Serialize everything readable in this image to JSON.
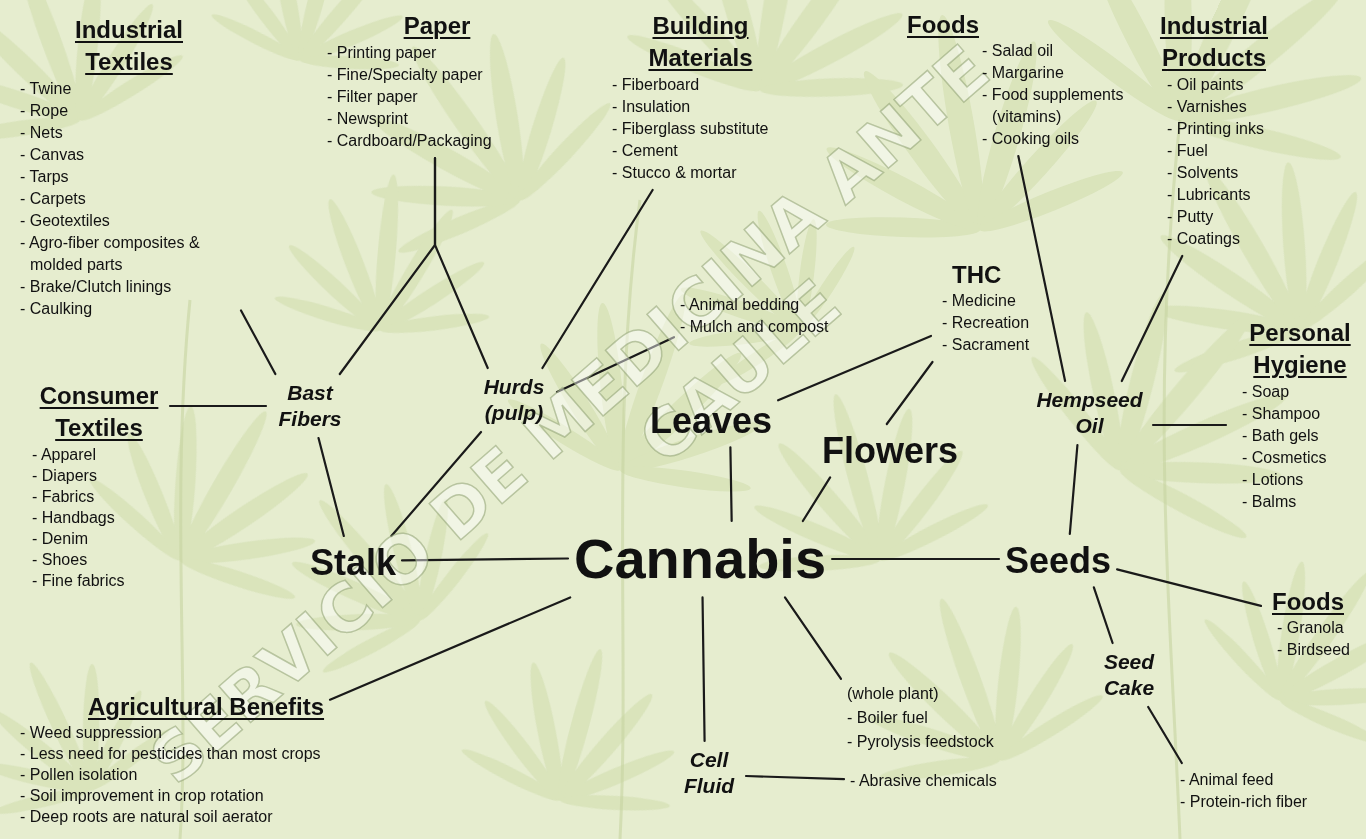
{
  "diagram": {
    "nodes": [
      {
        "text": [
          "Industrial Textiles",
          "- Twine",
          "- Rope",
          "- Nets",
          "- Canvas",
          "- Tarps",
          "- Carpets",
          "- Geotextiles",
          "- Agro-fiber composites & molded parts",
          "- Brake/Clutch linings",
          "- Caulking"
        ]
      },
      {
        "text": [
          "Paper",
          "- Printing paper",
          "- Fine/Specialty paper",
          "- Filter paper",
          "- Newsprint",
          "- Cardboard/Packaging"
        ]
      },
      {
        "text": [
          "Building Materials",
          "- Fiberboard",
          "- Insulation",
          "- Fiberglass substitute",
          "- Cement",
          "- Stucco & mortar"
        ]
      },
      {
        "text": [
          "Foods",
          "- Salad oil",
          "- Margarine",
          "- Food supplements (vitamins)",
          "- Cooking oils"
        ]
      },
      {
        "text": [
          "Industrial Products",
          "- Oil paints",
          "- Varnishes",
          "- Printing inks",
          "- Fuel",
          "- Solvents",
          "- Lubricants",
          "- Putty",
          "- Coatings"
        ]
      },
      {
        "text": [
          "- Animal bedding",
          "- Mulch and compost"
        ]
      },
      {
        "text": [
          "THC",
          "- Medicine",
          "- Recreation",
          "- Sacrament"
        ]
      },
      {
        "text": [
          "Personal Hygiene",
          "- Soap",
          "- Shampoo",
          "- Bath gels",
          "- Cosmetics",
          "- Lotions",
          "- Balms"
        ]
      },
      {
        "text": [
          "Consumer Textiles",
          "- Apparel",
          "- Diapers",
          "- Fabrics",
          "- Handbags",
          "- Denim",
          "- Shoes",
          "- Fine fabrics"
        ]
      },
      {
        "text": [
          "Bast Fibers"
        ]
      },
      {
        "text": [
          "Hurds (pulp)"
        ]
      },
      {
        "text": [
          "Hempseed Oil"
        ]
      },
      {
        "text": [
          "Leaves"
        ]
      },
      {
        "text": [
          "Flowers"
        ]
      },
      {
        "text": [
          "Stalk"
        ]
      },
      {
        "text": [
          "Cannabis"
        ]
      },
      {
        "text": [
          "Seeds"
        ]
      },
      {
        "text": [
          "Foods",
          "- Granola",
          "- Birdseed"
        ]
      },
      {
        "text": [
          "Seed Cake"
        ]
      },
      {
        "text": [
          "(whole plant)",
          "- Boiler fuel",
          "- Pyrolysis feedstock"
        ]
      },
      {
        "text": [
          "Agricultural Benefits",
          "- Weed suppression",
          "- Less need for pesticides than most crops",
          "- Pollen isolation",
          "- Soil improvement in crop rotation",
          "- Deep roots are natural soil aerator"
        ]
      },
      {
        "text": [
          "Cell Fluid"
        ]
      },
      {
        "text": [
          "- Abrasive chemicals"
        ]
      },
      {
        "text": [
          "- Animal feed",
          "- Protein-rich fiber"
        ]
      }
    ],
    "edges": [
      {
        "from": 15,
        "to": 14,
        "arrow": "none"
      },
      {
        "from": 15,
        "to": 12,
        "arrow": "none"
      },
      {
        "from": 15,
        "to": 13,
        "arrow": "none"
      },
      {
        "from": 15,
        "to": 16,
        "arrow": "none"
      },
      {
        "from": 15,
        "to": 20,
        "arrow": "none"
      },
      {
        "from": 15,
        "to": 21,
        "arrow": "none"
      },
      {
        "from": 15,
        "to": 19,
        "arrow": "none"
      },
      {
        "from": 14,
        "to": 9,
        "arrow": "none"
      },
      {
        "from": 14,
        "to": 10,
        "arrow": "none"
      },
      {
        "from": 9,
        "to": 0,
        "arrow": "none"
      },
      {
        "from": 9,
        "to": 1,
        "arrow": "none"
      },
      {
        "from": 10,
        "to": 1,
        "arrow": "none"
      },
      {
        "from": 9,
        "to": 8,
        "arrow": "none"
      },
      {
        "from": 10,
        "to": 2,
        "arrow": "none"
      },
      {
        "from": 10,
        "to": 5,
        "arrow": "none"
      },
      {
        "from": 12,
        "to": 6,
        "arrow": "none"
      },
      {
        "from": 13,
        "to": 6,
        "arrow": "none"
      },
      {
        "from": 16,
        "to": 11,
        "arrow": "none"
      },
      {
        "from": 16,
        "to": 17,
        "arrow": "none"
      },
      {
        "from": 16,
        "to": 18,
        "arrow": "none"
      },
      {
        "from": 11,
        "to": 3,
        "arrow": "none"
      },
      {
        "from": 11,
        "to": 4,
        "arrow": "none"
      },
      {
        "from": 11,
        "to": 7,
        "arrow": "none"
      },
      {
        "from": 18,
        "to": 23,
        "arrow": "none"
      },
      {
        "from": 21,
        "to": 22,
        "arrow": "none"
      }
    ],
    "labels": [
      "SERVICIO DE MEDICINA ANTE",
      "CAULE"
    ]
  }
}
